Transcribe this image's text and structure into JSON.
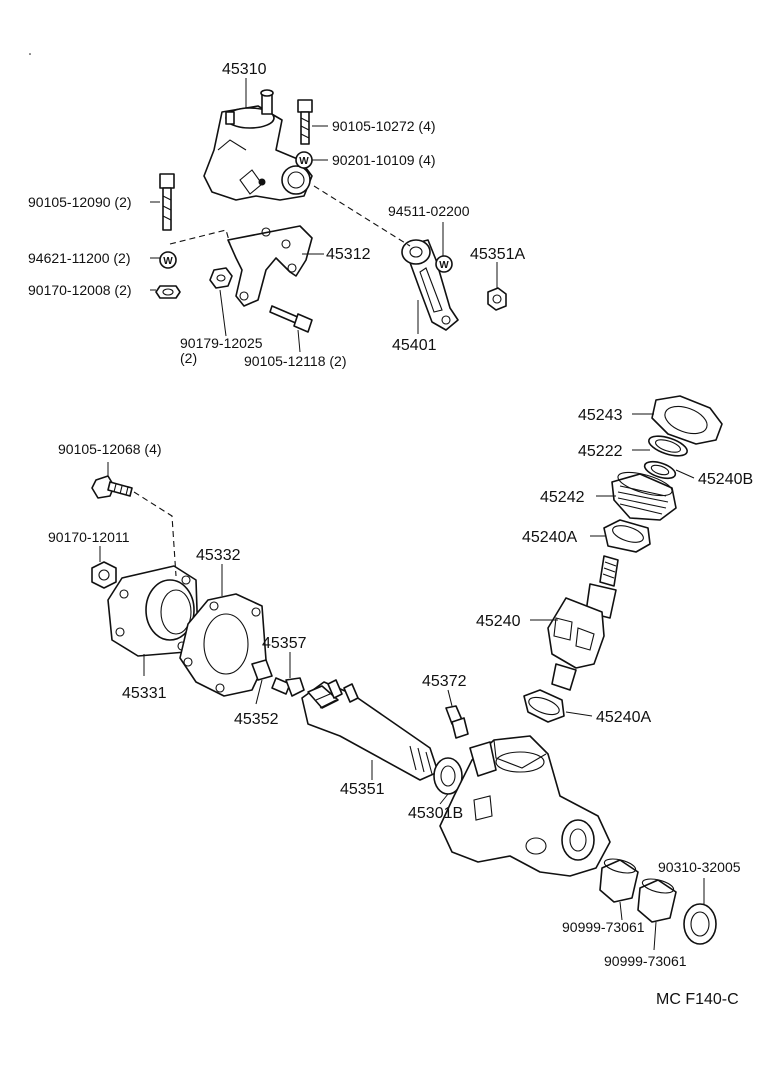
{
  "diagram_code": "MC F140-C",
  "washer_mark": "W",
  "parts": {
    "p45310": "45310",
    "p90105_10272": "90105-10272 (4)",
    "p90201_10109": "90201-10109 (4)",
    "p90105_12090": "90105-12090 (2)",
    "p94621_11200": "94621-11200 (2)",
    "p90170_12008": "90170-12008 (2)",
    "p45312": "45312",
    "p90179_12025": "90179-12025",
    "p90179_qty": "(2)",
    "p90105_12118": "90105-12118 (2)",
    "p94511_02200": "94511-02200",
    "p45351A": "45351A",
    "p45401": "45401",
    "p45243": "45243",
    "p45222": "45222",
    "p45240B": "45240B",
    "p45242": "45242",
    "p45240A_upper": "45240A",
    "p45240": "45240",
    "p45240A_lower": "45240A",
    "p90105_12068": "90105-12068 (4)",
    "p90170_12011": "90170-12011",
    "p45332": "45332",
    "p45331": "45331",
    "p45357": "45357",
    "p45352": "45352",
    "p45372": "45372",
    "p45351": "45351",
    "p45301B": "45301B",
    "p90310_32005": "90310-32005",
    "p90999_73061_a": "90999-73061",
    "p90999_73061_b": "90999-73061"
  }
}
